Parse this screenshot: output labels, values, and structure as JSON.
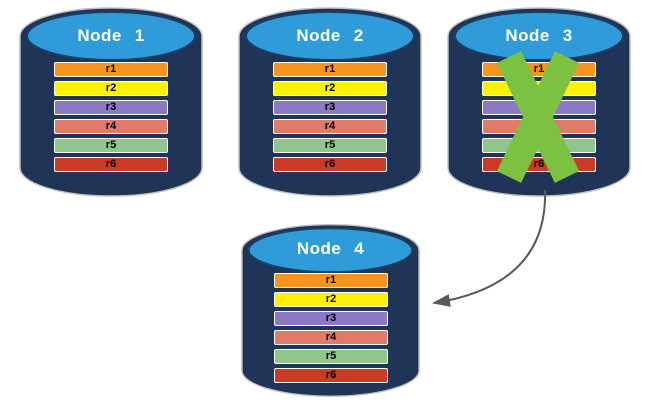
{
  "diagram": {
    "title_hint": "database nodes with replicated rows; failed node replicating to new node",
    "colors": {
      "background": "#FFFFFF",
      "cylinder_body": "#203457",
      "cylinder_outline": "#BFBFBF",
      "cylinder_top": "#2F9CD9",
      "cylinder_top_stroke": "#1B3E63",
      "title_text": "#FFFFFF",
      "row_text": "#000000",
      "row_border": "#FFFFFF",
      "fail_x": "#7CC142",
      "arrow": "#595959"
    },
    "rows": [
      {
        "label": "r1",
        "color": "#F7941E"
      },
      {
        "label": "r2",
        "color": "#FFF200"
      },
      {
        "label": "r3",
        "color": "#8B79C3"
      },
      {
        "label": "r4",
        "color": "#DF7B66"
      },
      {
        "label": "r5",
        "color": "#90C58B"
      },
      {
        "label": "r6",
        "color": "#C93A27"
      }
    ],
    "nodes": [
      {
        "title": "Node 1",
        "failed": false
      },
      {
        "title": "Node 2",
        "failed": false
      },
      {
        "title": "Node 3",
        "failed": true
      },
      {
        "title": "Node 4",
        "failed": false
      }
    ],
    "arrow": {
      "from": "Node 3",
      "to": "Node 4"
    }
  }
}
